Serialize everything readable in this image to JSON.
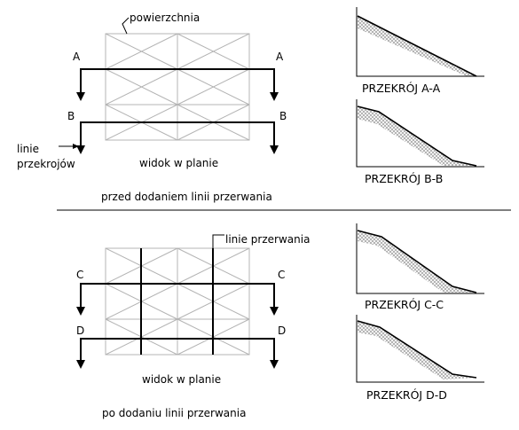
{
  "top": {
    "surface_label": "powierzchnia",
    "section_a_letter": "A",
    "section_b_letter": "B",
    "section_lines_label_1": "linie",
    "section_lines_label_2": "przekrojów",
    "plan_view_label": "widok w planie",
    "caption": "przed dodaniem linii przerwania",
    "profile_a_title": "PRZEKRÓJ A-A",
    "profile_b_title": "PRZEKRÓJ B-B"
  },
  "bottom": {
    "breakline_label": "linie przerwania",
    "section_c_letter": "C",
    "section_d_letter": "D",
    "plan_view_label": "widok w planie",
    "caption": "po dodaniu linii przerwania",
    "profile_c_title": "PRZEKRÓJ C-C",
    "profile_d_title": "PRZEKRÓJ D-D"
  },
  "colors": {
    "grid": "#b4b4b4",
    "line": "#000000",
    "hatch": "#9a9a9a"
  }
}
